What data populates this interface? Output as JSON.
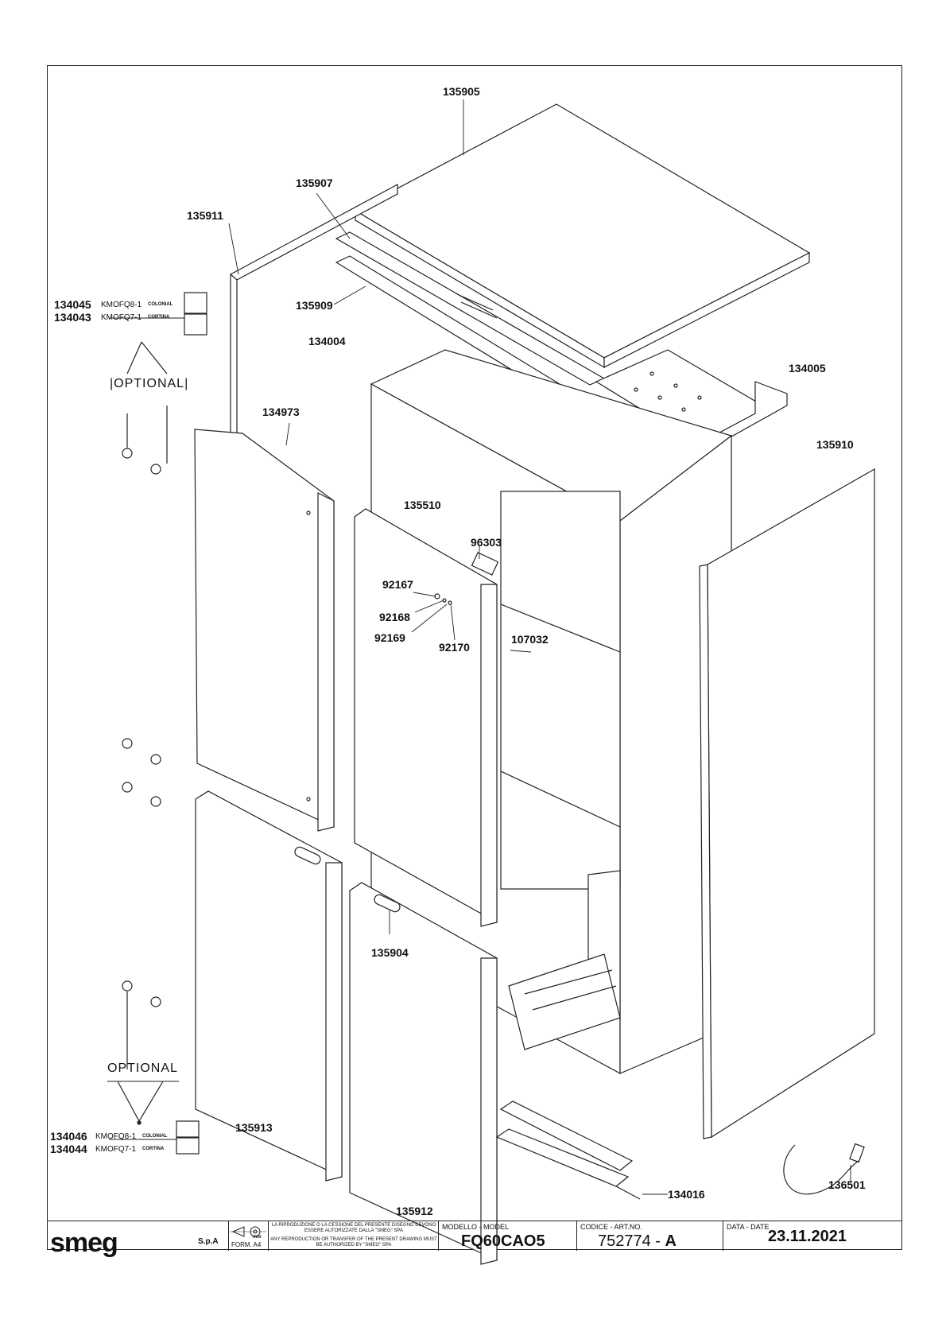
{
  "labels": {
    "p135905": "135905",
    "p135907": "135907",
    "p135911": "135911",
    "p135909": "135909",
    "p134004": "134004",
    "p134005": "134005",
    "p134973": "134973",
    "p135910": "135910",
    "p135510": "135510",
    "p96303": "96303",
    "p92167": "92167",
    "p92168": "92168",
    "p92169": "92169",
    "p92170": "92170",
    "p107032": "107032",
    "p135904": "135904",
    "p135913": "135913",
    "p135912": "135912",
    "p134016": "134016",
    "p136501": "136501"
  },
  "optional_kits": {
    "top": [
      {
        "code": "134045",
        "kit": "KMOFQ8-1",
        "style": "COLONIAL"
      },
      {
        "code": "134043",
        "kit": "KMOFQ7-1",
        "style": "CORTINA"
      }
    ],
    "bottom": [
      {
        "code": "134046",
        "kit": "KMOFQ8-1",
        "style": "COLONIAL"
      },
      {
        "code": "134044",
        "kit": "KMOFQ7-1",
        "style": "CORTINA"
      }
    ],
    "optional_top": "|OPTIONAL|",
    "optional_bottom": "OPTIONAL"
  },
  "title_block": {
    "brand": "smeg",
    "brand_suffix": "S.p.A",
    "unit": "mm",
    "format": "FORM. A4",
    "legal_it": "LA RIPRODUZIONE O LA CESSIONE DEL PRESENTE DISEGNO DEVONO ESSERE AUTORIZZATE DALLA \"SMEG\" SPA",
    "legal_en": "ANY REPRODUCTION OR TRANSFER OF THE PRESENT DRAWING MUST BE AUTHORIZED BY \"SMEG\" SPA",
    "model_caption": "MODELLO - MODEL",
    "model": "FQ60CAO5",
    "code_caption": "CODICE - ART.NO.",
    "code": "752774",
    "code_sep": " - ",
    "revision": "A",
    "date_caption": "DATA - DATE",
    "date": "23.11.2021"
  }
}
